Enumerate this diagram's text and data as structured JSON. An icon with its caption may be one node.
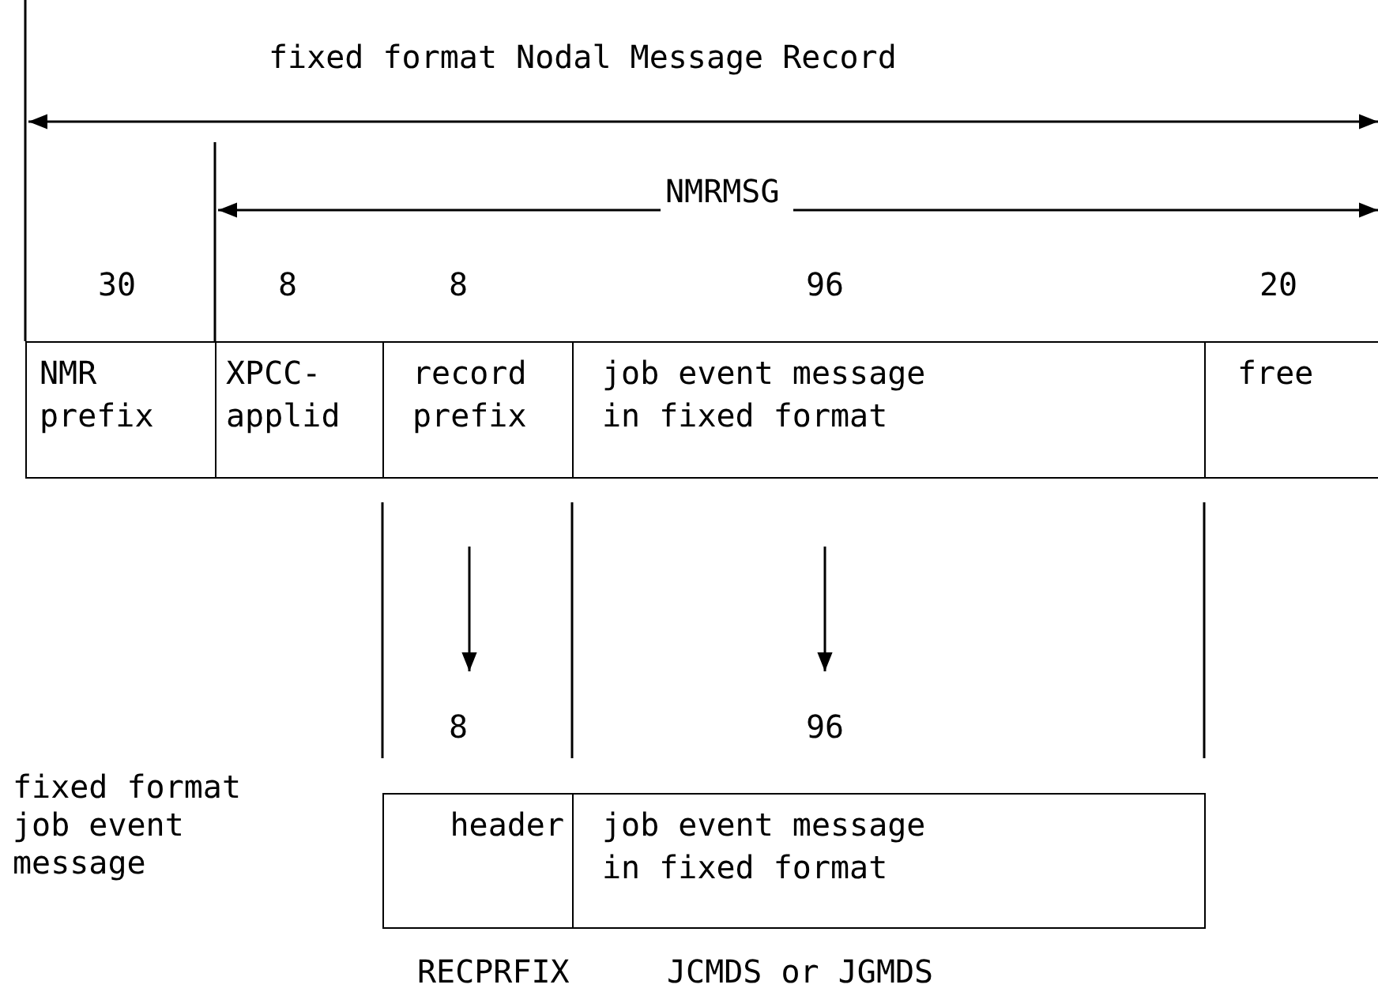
{
  "diagram": {
    "nodes": [
      {
        "text": [
          "NMR prefix"
        ]
      },
      {
        "text": [
          "XPCC-applid"
        ]
      },
      {
        "text": [
          "record prefix"
        ]
      },
      {
        "text": [
          "job event message in fixed format"
        ]
      },
      {
        "text": [
          "free"
        ]
      },
      {
        "text": [
          "header"
        ]
      },
      {
        "text": [
          "job event message in fixed format"
        ]
      }
    ],
    "labels": [
      "fixed format Nodal Message Record",
      "NMRMSG",
      "30",
      "8",
      "8",
      "96",
      "20",
      "8",
      "96",
      "fixed format job event message",
      "RECPRFIX",
      "JCMDS or JGMDS"
    ]
  }
}
